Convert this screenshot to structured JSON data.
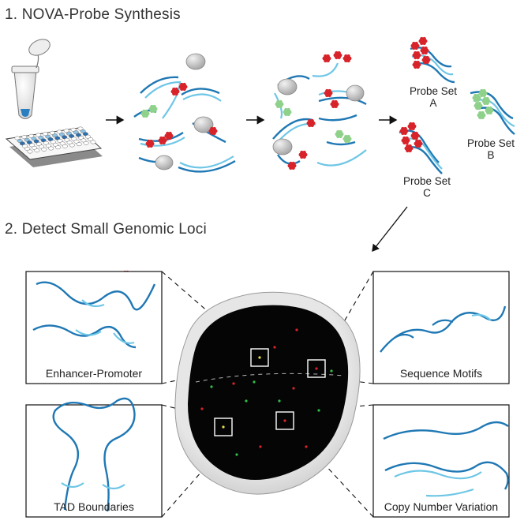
{
  "headings": {
    "synthesis": "1.  NOVA-Probe Synthesis",
    "detect": "2.  Detect Small Genomic Loci"
  },
  "probe_sets": {
    "a": {
      "line1": "Probe Set",
      "line2": "A"
    },
    "b": {
      "line1": "Probe Set",
      "line2": "B"
    },
    "c": {
      "line1": "Probe Set",
      "line2": "C"
    }
  },
  "panels": {
    "enhancer_promoter": "Enhancer-Promoter",
    "tad_boundaries": "TAD Boundaries",
    "sequence_motifs": "Sequence Motifs",
    "copy_number_variation": "Copy Number Variation"
  },
  "colors": {
    "dna_dark": "#1f78b4",
    "dna_light": "#6ec6e6",
    "probe_red": "#d8232a",
    "probe_green": "#8fd18a",
    "nucleus_dark": "#050505",
    "nucleus_rim": "#d9d9d9",
    "enzyme_gray": "#bdbdbd"
  }
}
